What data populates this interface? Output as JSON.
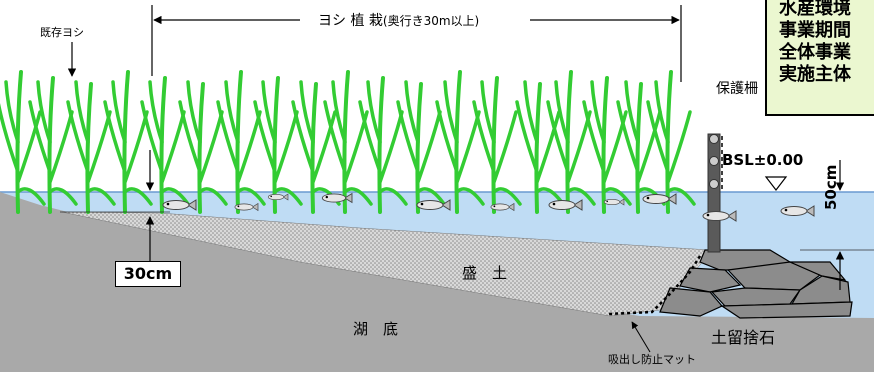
{
  "labels": {
    "existing_reeds": "既存ヨシ",
    "planting": "ヨシ 植 栽",
    "planting_note": "(奥行き30m以上)",
    "fence": "保護柵",
    "bsl": "BSL±0.00",
    "depth_30": "30cm",
    "depth_50": "50cm",
    "fill": "盛　土",
    "lakebed": "湖　底",
    "stones": "土留捨石",
    "mat": "吸出し防止マット"
  },
  "info_box": {
    "lines": [
      "水産環境",
      "事業期間",
      "全体事業",
      "実施主体"
    ]
  },
  "colors": {
    "water": "#bfdcf4",
    "ground": "#a9a9a9",
    "fill": "#d0d0d0",
    "reed": "#33cc33",
    "box_bg": "#ebf7d0"
  }
}
